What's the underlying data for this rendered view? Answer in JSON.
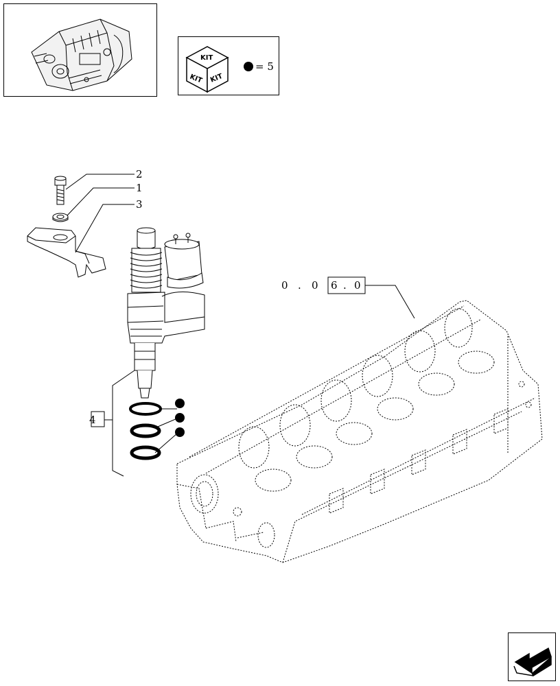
{
  "kit_legend": {
    "kit_top": "KIT",
    "kit_left": "KIT",
    "kit_right": "KIT",
    "equals_text": "= 5"
  },
  "callouts": {
    "item_1": "1",
    "item_2": "2",
    "item_3": "3",
    "item_4": "4",
    "ref_digits": [
      "0",
      ".",
      "0",
      "6",
      ".",
      "0"
    ]
  },
  "icons": {
    "engine_thumbnail": "engine-icon",
    "kit_box": "kit-box-icon",
    "kit_bullet": "filled-dot-icon",
    "navigation": "next-page-arrow-icon"
  }
}
